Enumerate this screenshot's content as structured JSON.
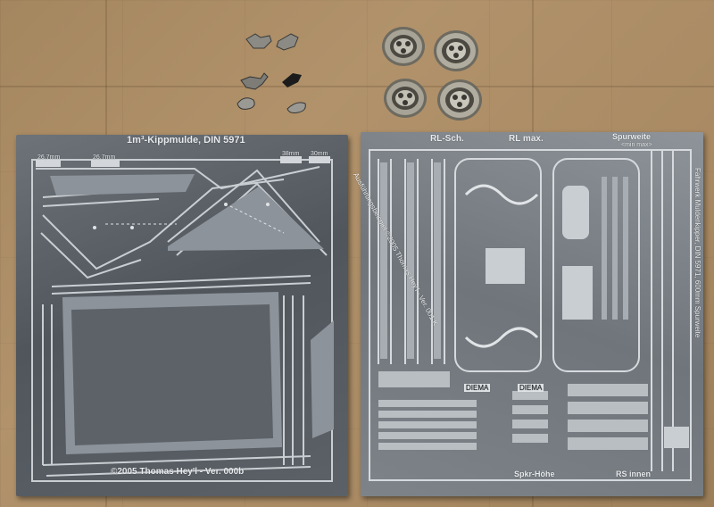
{
  "photo": {
    "subject": "Photo-etched metal kit sheets and cast wheels on brown paper",
    "left_sheet": {
      "title": "1m³-Kippmulde, DIN 5971",
      "footer": "©2005 Thomas Hey'l - Ver. 000b",
      "dims": [
        "26,7mm",
        "26,7mm",
        "38mm",
        "30mm"
      ]
    },
    "right_sheet": {
      "label_rl_sch": "RL-Sch.",
      "label_rl_max": "RL max.",
      "label_spurweite": "Spurweite",
      "label_minmax": "<min max>",
      "label_diema_1": "DIEMA",
      "label_diema_2": "DIEMA",
      "label_spkr": "Spkr-Höhe",
      "label_rs": "RS innen",
      "side_text": "Fahrwerk Muldenkipper, DIN 5971, 600mm Spurweite",
      "diag_text": "Ausführungsbeispiel ©2005 Thomas Hey'l - Ver. 001 K"
    },
    "colors": {
      "paper": "#a98a63",
      "metal_dark": "#50565c",
      "metal_light": "#c9ced3",
      "wheel": "#9a9588"
    }
  }
}
